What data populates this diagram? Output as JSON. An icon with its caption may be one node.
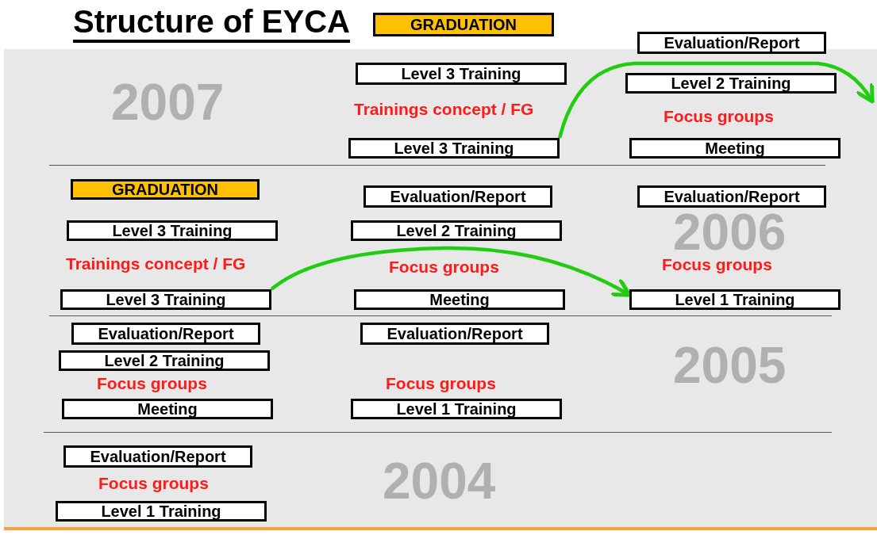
{
  "diagram": {
    "title": "Structure of EYCA",
    "nodes": [
      {
        "text": [
          "GRADUATION"
        ]
      },
      {
        "text": [
          "Evaluation/Report"
        ]
      },
      {
        "text": [
          "Level 3 Training"
        ]
      },
      {
        "text": [
          "Level 2 Training"
        ]
      },
      {
        "text": [
          "Level 3 Training"
        ]
      },
      {
        "text": [
          "Meeting"
        ]
      },
      {
        "text": [
          "GRADUATION"
        ]
      },
      {
        "text": [
          "Evaluation/Report"
        ]
      },
      {
        "text": [
          "Evaluation/Report"
        ]
      },
      {
        "text": [
          "Level 3 Training"
        ]
      },
      {
        "text": [
          "Level 2 Training"
        ]
      },
      {
        "text": [
          "Level 3 Training"
        ]
      },
      {
        "text": [
          "Meeting"
        ]
      },
      {
        "text": [
          "Level 1 Training"
        ]
      },
      {
        "text": [
          "Evaluation/Report"
        ]
      },
      {
        "text": [
          "Evaluation/Report"
        ]
      },
      {
        "text": [
          "Level 2 Training"
        ]
      },
      {
        "text": [
          "Meeting"
        ]
      },
      {
        "text": [
          "Level 1 Training"
        ]
      },
      {
        "text": [
          "Evaluation/Report"
        ]
      },
      {
        "text": [
          "Level 1 Training"
        ]
      }
    ],
    "edges": [
      {
        "from": 4,
        "to": null,
        "arrow": "to"
      },
      {
        "from": 11,
        "to": 13,
        "arrow": "to"
      }
    ],
    "labels": [
      "2007",
      "Trainings concept / FG",
      "Focus groups",
      "Trainings concept / FG",
      "2006",
      "Focus groups",
      "Focus groups",
      "2005",
      "Focus groups",
      "Focus groups",
      "Focus groups",
      "2004"
    ]
  }
}
